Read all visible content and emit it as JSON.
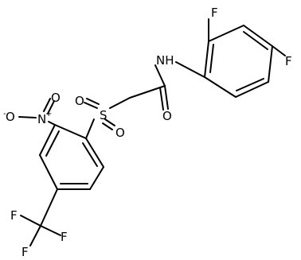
{
  "structure": {
    "atoms": {
      "nh": "NH",
      "n_nitro": "N",
      "o_minus": "O",
      "o_nitro": "O",
      "s": "S",
      "o_sulfonyl_1": "O",
      "o_sulfonyl_2": "O",
      "o_carbonyl": "O",
      "f_ortho": "F",
      "f_para": "F",
      "f_cf3_1": "F",
      "f_cf3_2": "F",
      "f_cf3_3": "F"
    },
    "charges": {
      "n_plus": "+",
      "o_minus": "-"
    }
  }
}
